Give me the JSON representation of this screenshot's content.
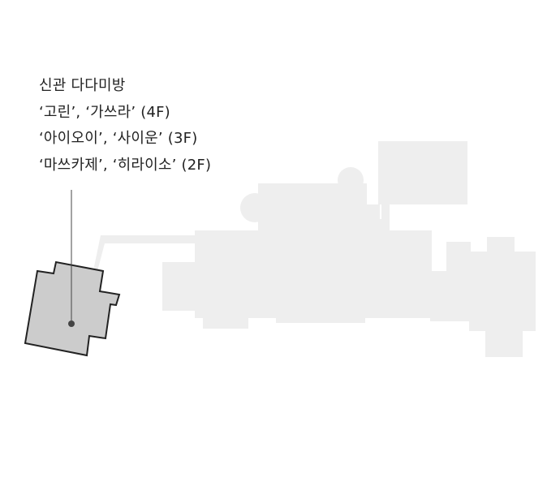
{
  "callout": {
    "title": "신관 다다미방",
    "floor_4": "‘고린’, ‘가쓰라’ (4F)",
    "floor_3": "‘아이오이’, ‘사이운’ (3F)",
    "floor_2": "‘마쓰카제’, ‘히라이소’ (2F)"
  },
  "colors": {
    "building_fill": "#eeeeee",
    "highlight_fill": "#cccccc",
    "highlight_stroke": "#222222",
    "leader_line": "#444444",
    "marker": "#444444",
    "text": "#222222"
  }
}
